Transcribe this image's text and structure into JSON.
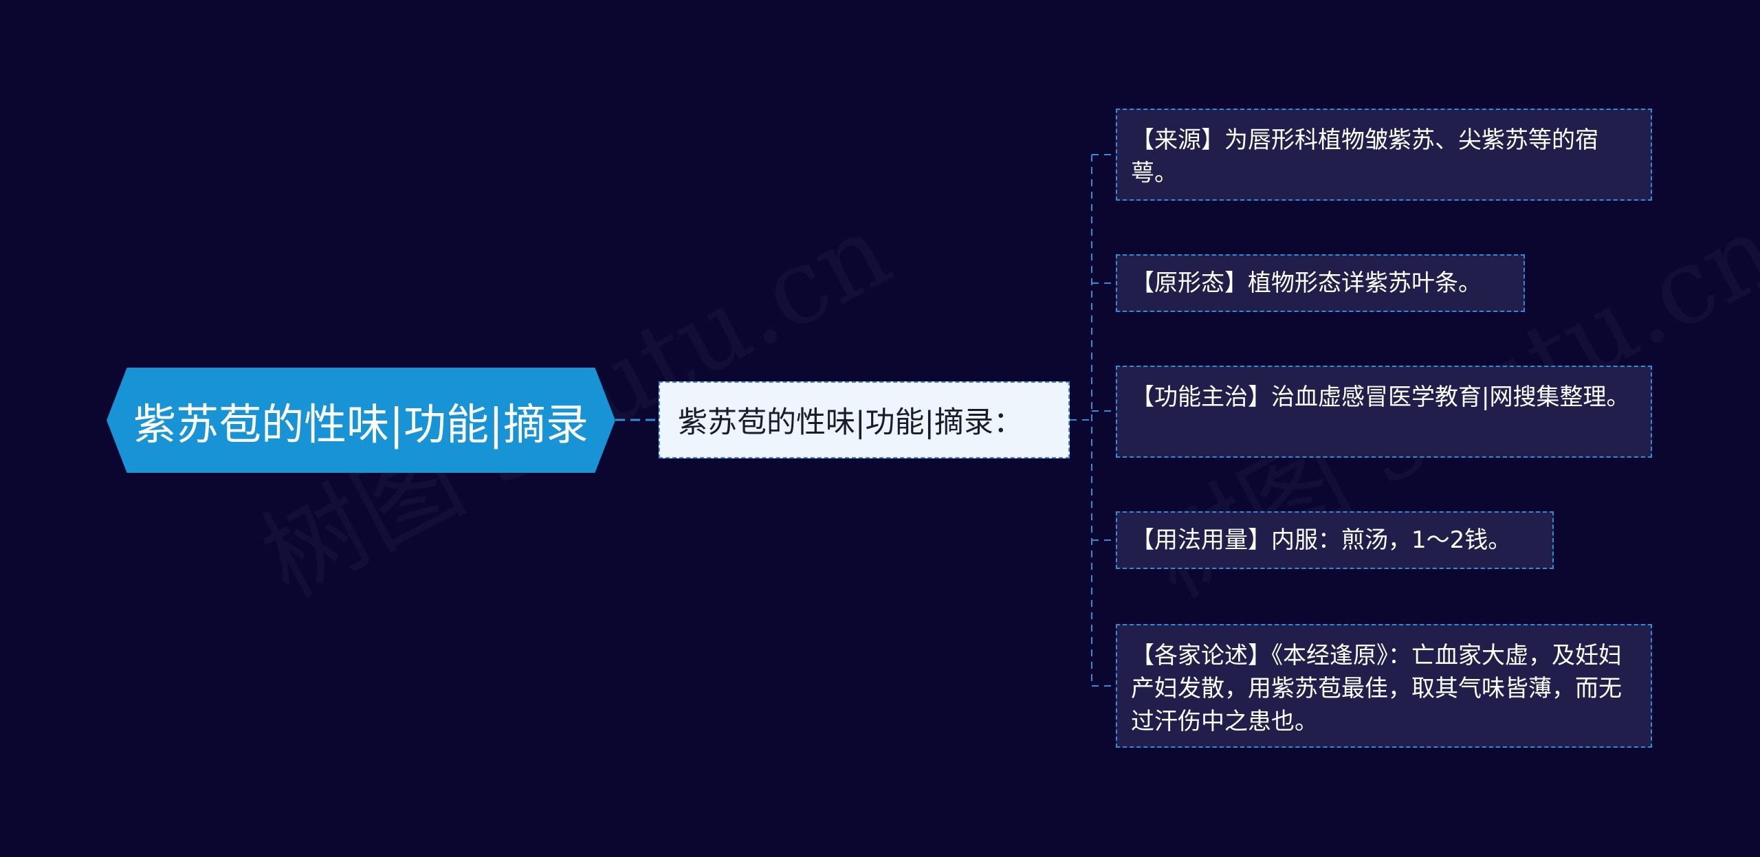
{
  "root": {
    "label": "紫苏苞的性味|功能|摘录"
  },
  "branch": {
    "label": "紫苏苞的性味|功能|摘录："
  },
  "leaves": [
    {
      "text": "【来源】为唇形科植物皱紫苏、尖紫苏等的宿萼。"
    },
    {
      "text": "【原形态】植物形态详紫苏叶条。"
    },
    {
      "text": "【功能主治】治血虚感冒医学教育|网搜集整理。"
    },
    {
      "text": "【用法用量】内服：煎汤，1～2钱。"
    },
    {
      "text": "【各家论述】《本经逢原》：亡血家大虚，及妊妇产妇发散，用紫苏苞最佳，取其气味皆薄，而无过汗伤中之患也。"
    }
  ],
  "watermark": {
    "text": "树图 shutu.cn"
  },
  "colors": {
    "background": "#0a0630",
    "root_fill": "#1793d6",
    "connector": "#2e8fd8",
    "leaf_fill": "#211e4c",
    "branch_fill": "#eef5fd"
  }
}
